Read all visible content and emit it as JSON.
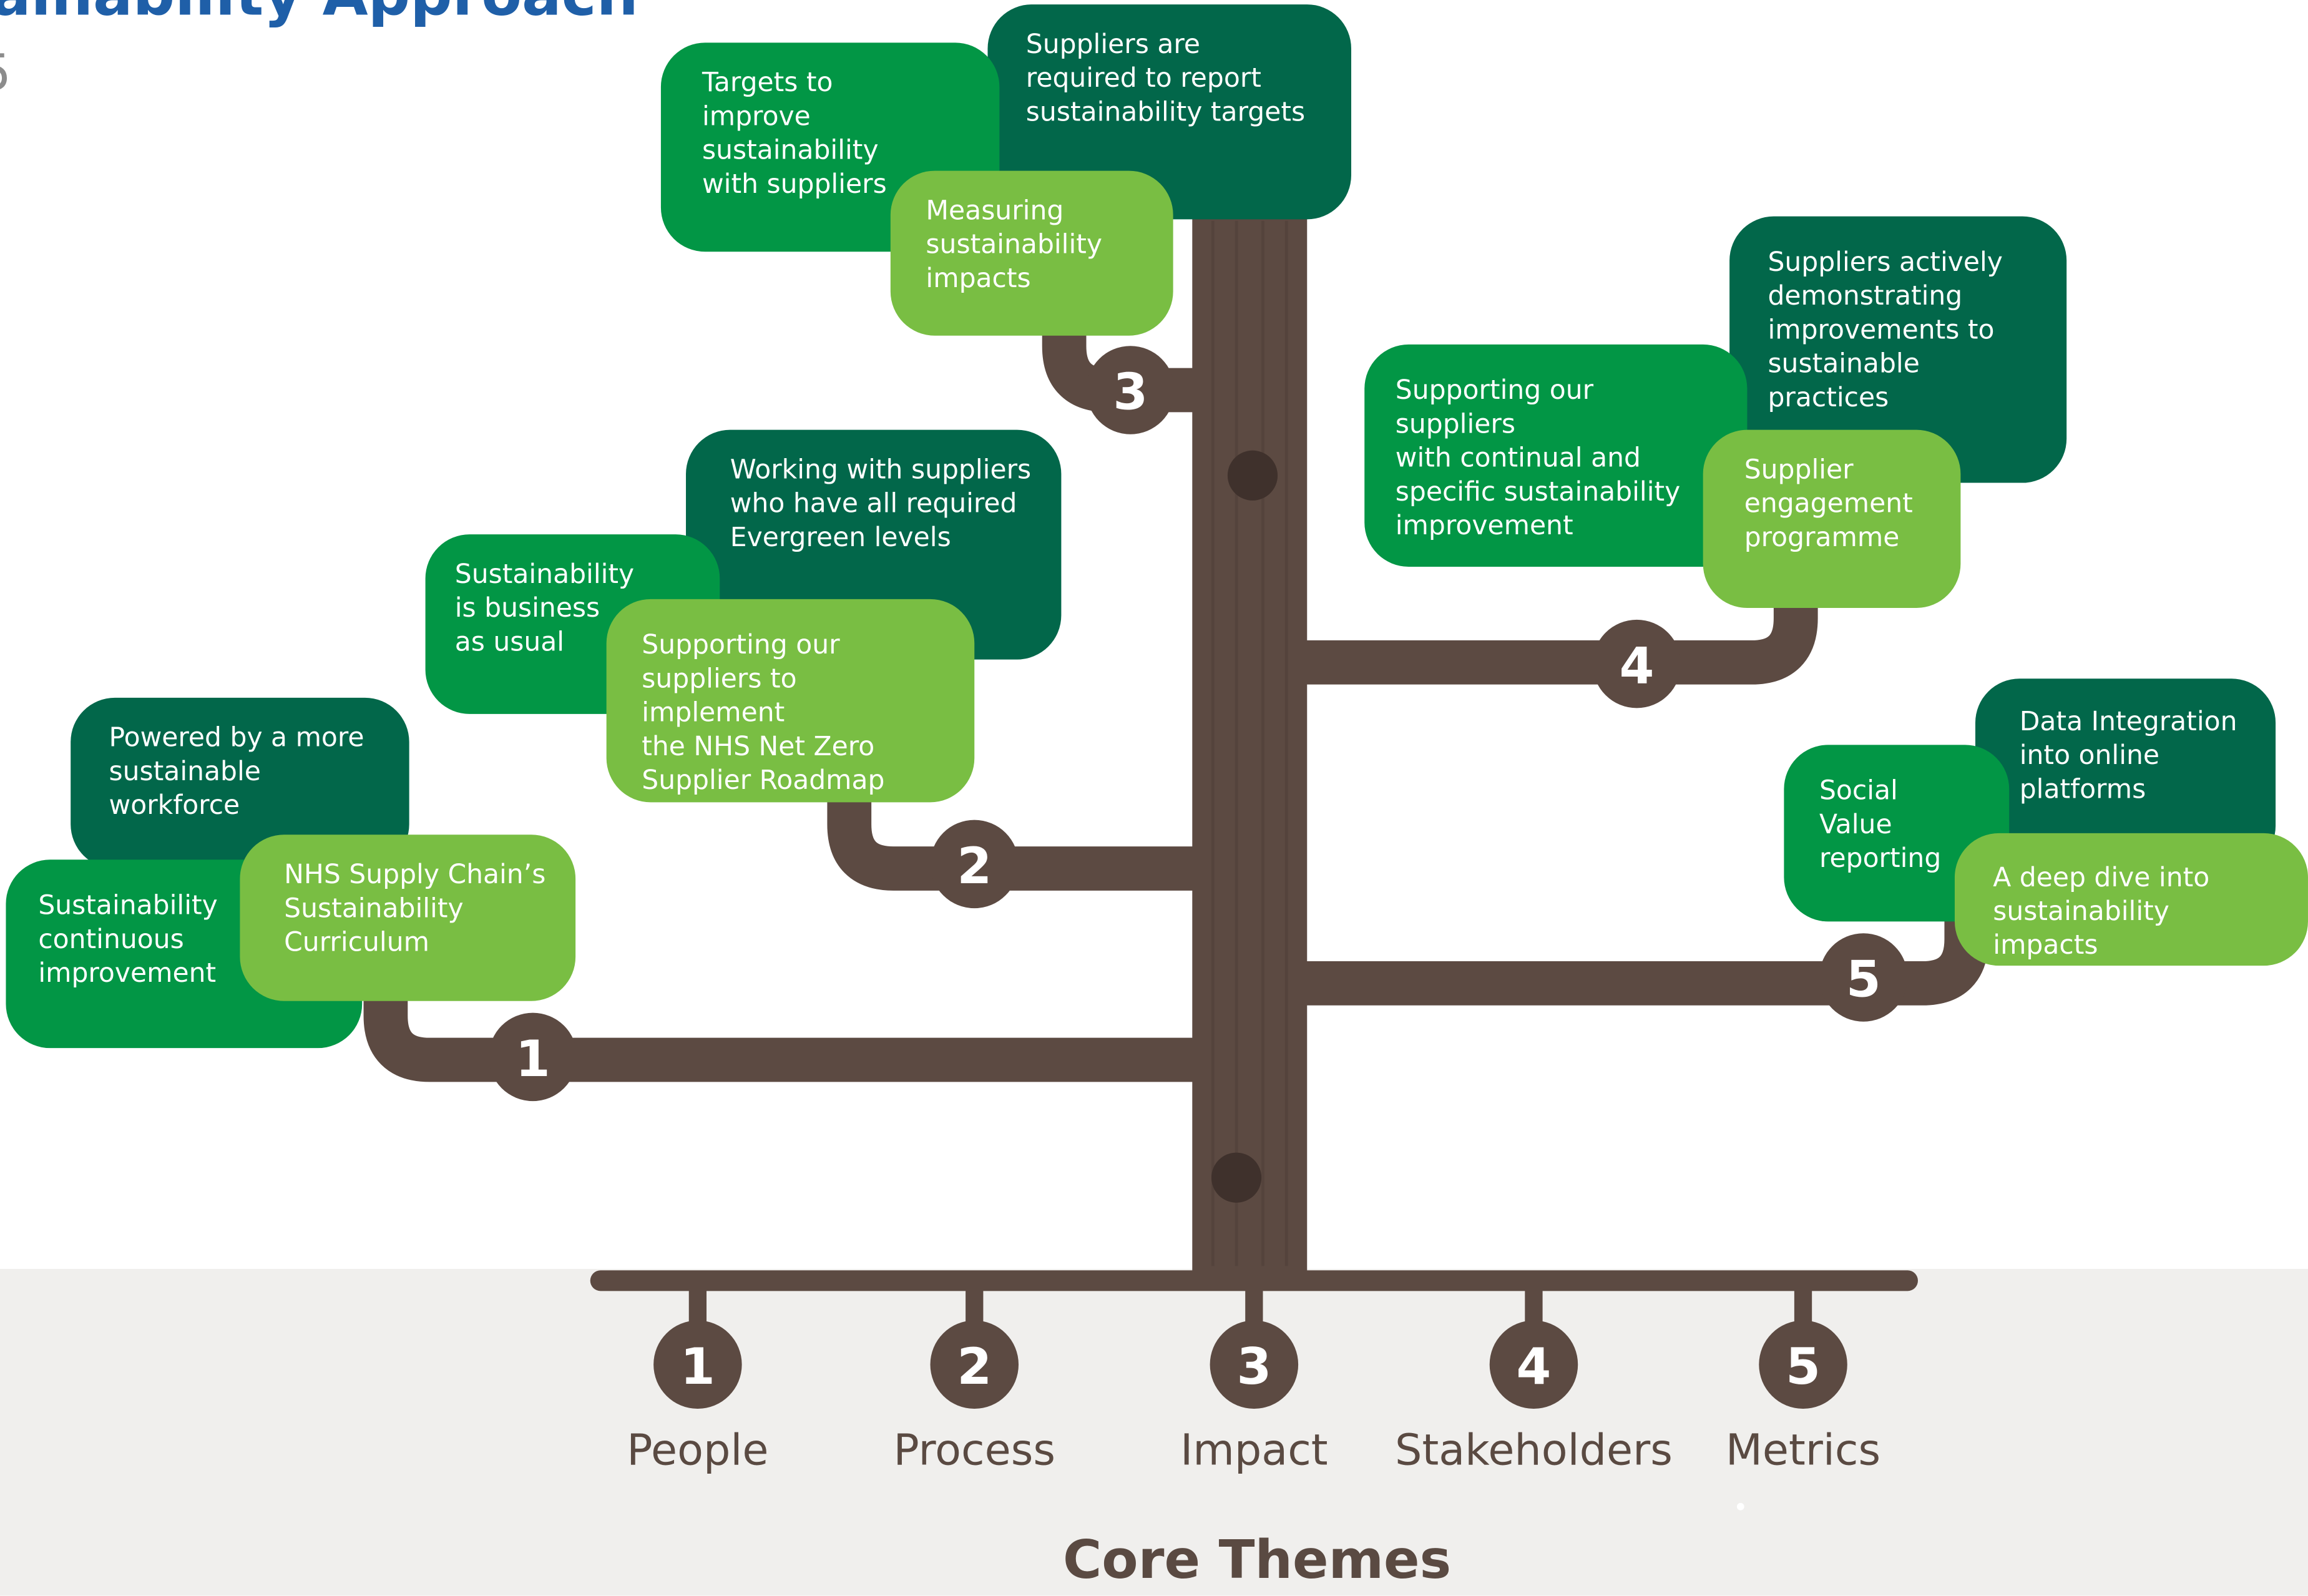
{
  "header": {
    "title_fragment": "ainability Approach",
    "subtitle_fragment": "5"
  },
  "leaves": [
    {
      "id": "powered",
      "text": "Powered by a more\nsustainable workforce",
      "shade": "dark"
    },
    {
      "id": "continuous",
      "text": "Sustainability\ncontinuous\nimprovement",
      "shade": "mid"
    },
    {
      "id": "curriculum",
      "text": "NHS Supply Chain’s\nSustainability\nCurriculum",
      "shade": "light"
    },
    {
      "id": "evergreen",
      "text": "Working with suppliers\nwho have all required\nEvergreen levels",
      "shade": "dark"
    },
    {
      "id": "business",
      "text": "Sustainability\nis business\nas usual",
      "shade": "mid"
    },
    {
      "id": "netzero",
      "text": "Supporting our\nsuppliers to implement\nthe NHS Net Zero\nSupplier Roadmap",
      "shade": "light"
    },
    {
      "id": "report",
      "text": "Suppliers are\nrequired to report\nsustainability targets",
      "shade": "dark"
    },
    {
      "id": "targets",
      "text": "Targets to\nimprove\nsustainability\nwith suppliers",
      "shade": "mid"
    },
    {
      "id": "measuring",
      "text": "Measuring\nsustainability\nimpacts",
      "shade": "light"
    },
    {
      "id": "demonstrating",
      "text": "Suppliers actively\ndemonstrating\nimprovements to\nsustainable practices",
      "shade": "dark"
    },
    {
      "id": "supporting",
      "text": "Supporting our suppliers\nwith continual and\nspecific sustainability\nimprovement",
      "shade": "mid"
    },
    {
      "id": "engagement",
      "text": "Supplier\nengagement\nprogramme",
      "shade": "light"
    },
    {
      "id": "integration",
      "text": "Data Integration\ninto online\nplatforms",
      "shade": "dark"
    },
    {
      "id": "socialvalue",
      "text": "Social\nValue\nreporting",
      "shade": "mid"
    },
    {
      "id": "deepdive",
      "text": "A deep dive into\nsustainability impacts",
      "shade": "light"
    }
  ],
  "branch_numbers": [
    "1",
    "2",
    "3",
    "4",
    "5"
  ],
  "themes": [
    {
      "number": "1",
      "label": "People"
    },
    {
      "number": "2",
      "label": "Process"
    },
    {
      "number": "3",
      "label": "Impact"
    },
    {
      "number": "4",
      "label": "Stakeholders"
    },
    {
      "number": "5",
      "label": "Metrics"
    }
  ],
  "core_title": "Core Themes",
  "colors": {
    "trunk": "#5c4a42",
    "leaf_dark": "#02674a",
    "leaf_mid": "#029645",
    "leaf_light": "#79be43",
    "ground": "#f0efed",
    "title_blue": "#1f5fa8"
  }
}
